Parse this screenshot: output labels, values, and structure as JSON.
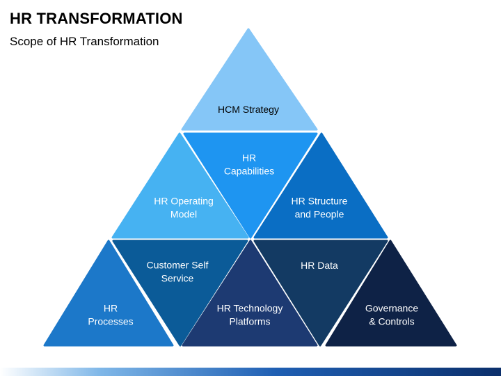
{
  "header": {
    "title": "HR TRANSFORMATION",
    "subtitle": "Scope of HR Transformation"
  },
  "triangles": [
    {
      "key": "hcm",
      "lines": [
        "HCM Strategy"
      ],
      "color": "#85c6f7",
      "text_color": "#000000"
    },
    {
      "key": "operating",
      "lines": [
        "HR Operating",
        "Model"
      ],
      "color": "#46b2f2",
      "text_color": "#ffffff"
    },
    {
      "key": "capabilities",
      "lines": [
        "HR",
        "Capabilities"
      ],
      "color": "#1e95f1",
      "text_color": "#ffffff"
    },
    {
      "key": "structure",
      "lines": [
        "HR Structure",
        "and People"
      ],
      "color": "#0a6ec4",
      "text_color": "#ffffff"
    },
    {
      "key": "processes",
      "lines": [
        "HR",
        "Processes"
      ],
      "color": "#1c78c9",
      "text_color": "#ffffff"
    },
    {
      "key": "selfservice",
      "lines": [
        "Customer Self",
        "Service"
      ],
      "color": "#0b5b98",
      "text_color": "#ffffff"
    },
    {
      "key": "technology",
      "lines": [
        "HR Technology",
        "Platforms"
      ],
      "color": "#1d3a72",
      "text_color": "#ffffff"
    },
    {
      "key": "data",
      "lines": [
        "HR Data"
      ],
      "color": "#133a63",
      "text_color": "#ffffff"
    },
    {
      "key": "governance",
      "lines": [
        "Governance",
        "& Controls"
      ],
      "color": "#0e2246",
      "text_color": "#ffffff"
    }
  ]
}
